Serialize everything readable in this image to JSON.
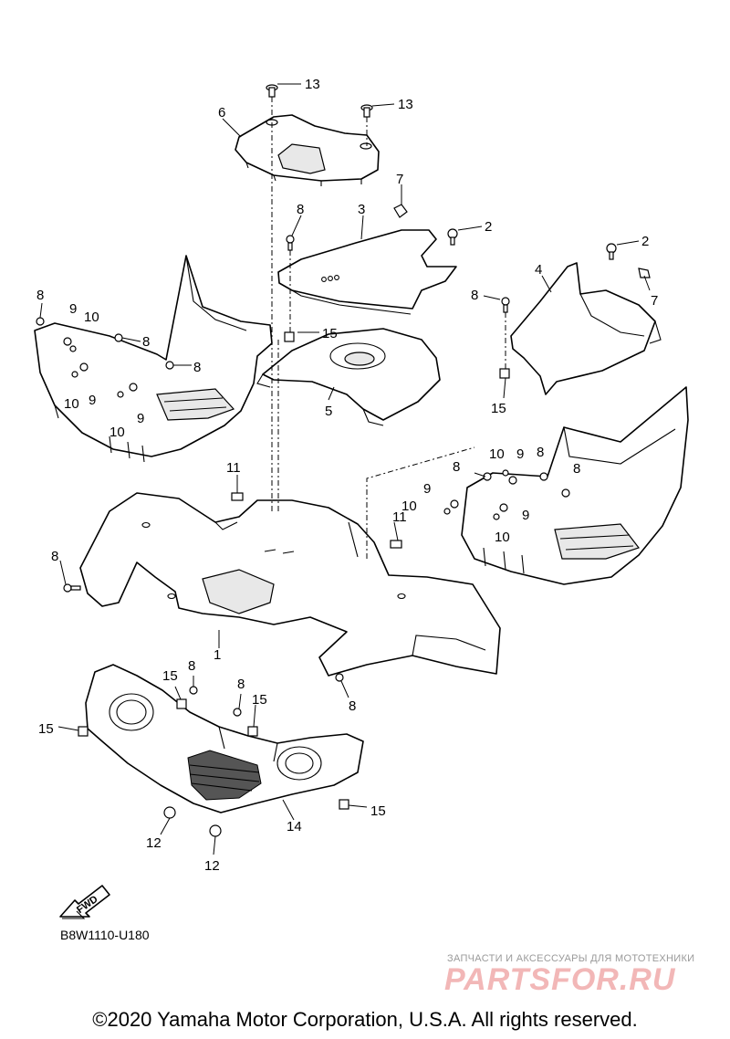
{
  "callouts": [
    {
      "id": "c13a",
      "text": "13"
    },
    {
      "id": "c13b",
      "text": "13"
    },
    {
      "id": "c6",
      "text": "6"
    },
    {
      "id": "c7a",
      "text": "7"
    },
    {
      "id": "c8a",
      "text": "8"
    },
    {
      "id": "c3",
      "text": "3"
    },
    {
      "id": "c2a",
      "text": "2"
    },
    {
      "id": "c2b",
      "text": "2"
    },
    {
      "id": "c4",
      "text": "4"
    },
    {
      "id": "c7b",
      "text": "7"
    },
    {
      "id": "c8b",
      "text": "8"
    },
    {
      "id": "c8c",
      "text": "8"
    },
    {
      "id": "c9a",
      "text": "9"
    },
    {
      "id": "c10a",
      "text": "10"
    },
    {
      "id": "c8d",
      "text": "8"
    },
    {
      "id": "c15a",
      "text": "15"
    },
    {
      "id": "c8e",
      "text": "8"
    },
    {
      "id": "c10b",
      "text": "10"
    },
    {
      "id": "c9b",
      "text": "9"
    },
    {
      "id": "c5",
      "text": "5"
    },
    {
      "id": "c15b",
      "text": "15"
    },
    {
      "id": "c10c",
      "text": "10"
    },
    {
      "id": "c9c",
      "text": "9"
    },
    {
      "id": "c11a",
      "text": "11"
    },
    {
      "id": "c8f",
      "text": "8"
    },
    {
      "id": "c10d",
      "text": "10"
    },
    {
      "id": "c9d",
      "text": "9"
    },
    {
      "id": "c8g",
      "text": "8"
    },
    {
      "id": "c8h",
      "text": "8"
    },
    {
      "id": "c9e",
      "text": "9"
    },
    {
      "id": "c10e",
      "text": "10"
    },
    {
      "id": "c9f",
      "text": "9"
    },
    {
      "id": "c10f",
      "text": "10"
    },
    {
      "id": "c11b",
      "text": "11"
    },
    {
      "id": "c8i",
      "text": "8"
    },
    {
      "id": "c1",
      "text": "1"
    },
    {
      "id": "c8j",
      "text": "8"
    },
    {
      "id": "c8k",
      "text": "8"
    },
    {
      "id": "c15c",
      "text": "15"
    },
    {
      "id": "c8l",
      "text": "8"
    },
    {
      "id": "c15d",
      "text": "15"
    },
    {
      "id": "c15e",
      "text": "15"
    },
    {
      "id": "c15f",
      "text": "15"
    },
    {
      "id": "c14",
      "text": "14"
    },
    {
      "id": "c12a",
      "text": "12"
    },
    {
      "id": "c12b",
      "text": "12"
    }
  ],
  "direction_marker": "FWD",
  "diagram_code": "B8W1110-U180",
  "watermark": {
    "tagline": "ЗАПЧАСТИ И АКСЕССУАРЫ ДЛЯ МОТОТЕХНИКИ",
    "logo": "PARTSFOR.RU"
  },
  "copyright": "©2020 Yamaha Motor Corporation, U.S.A. All rights reserved."
}
